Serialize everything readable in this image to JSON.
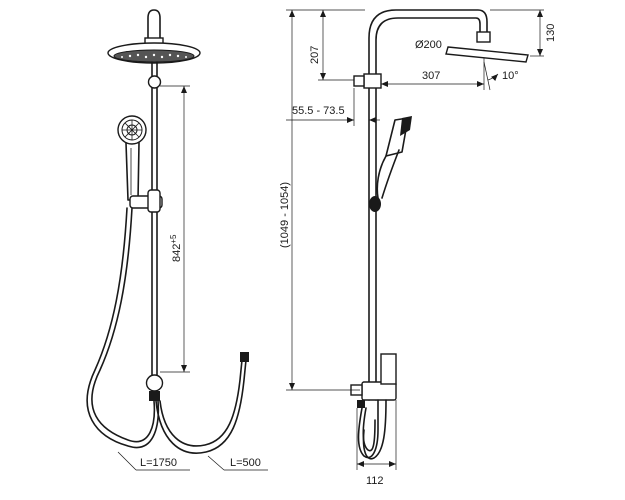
{
  "left_view": {
    "dim_height": "842",
    "dim_height_tol": "+5",
    "hose_long": "L=1750",
    "hose_short": "L=500"
  },
  "right_view": {
    "dim_total_height": "(1049 - 1054)",
    "dim_arm_drop": "207",
    "dim_head_height": "130",
    "dim_head_diameter": "Ø200",
    "dim_arm_reach": "307",
    "dim_head_tilt": "10°",
    "dim_wall_offset": "55.5 - 73.5",
    "dim_base_width": "112"
  }
}
